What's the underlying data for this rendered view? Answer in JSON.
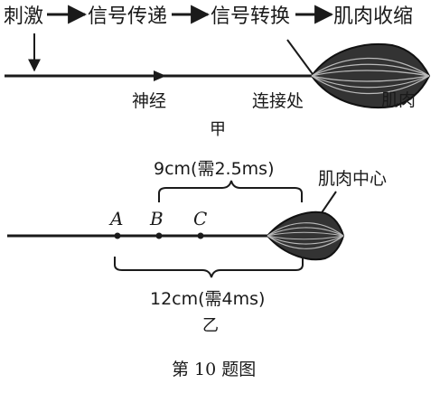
{
  "top_flow": {
    "stimulus": "刺激",
    "signal_transmission": "信号传递",
    "signal_conversion": "信号转换",
    "muscle_contraction": "肌肉收缩"
  },
  "diagram_a": {
    "nerve_label": "神经",
    "junction_label": "连接处",
    "muscle_label": "肌肉",
    "caption": "甲"
  },
  "diagram_b": {
    "distance_bc_label": "9cm(需2.5ms)",
    "muscle_center_label": "肌肉中心",
    "point_a": "A",
    "point_b": "B",
    "point_c": "C",
    "distance_a_label": "12cm(需4ms)",
    "caption": "乙"
  },
  "figure_caption": "第 10 题图"
}
